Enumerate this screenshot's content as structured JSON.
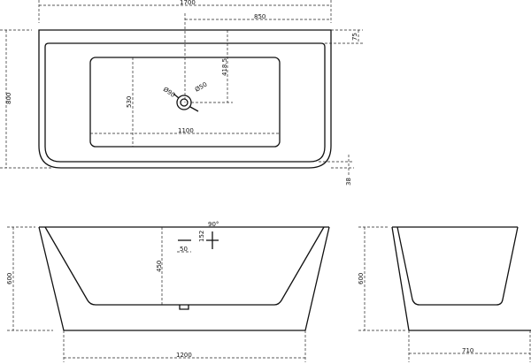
{
  "top_view": {
    "overall_length": "1700",
    "drain_offset_x": "850",
    "rim_width": "75",
    "overall_width": "800",
    "basin_width": "530",
    "drain_offset_y": "418.5",
    "overflow_dia": "Ø90",
    "drain_dia": "Ø50",
    "basin_length": "1100",
    "corner_offset": "38"
  },
  "front_view": {
    "height": "600",
    "inner_depth": "450",
    "base_length": "1200",
    "angle": "90°",
    "overflow_height": "152",
    "overflow_width": "50"
  },
  "side_view": {
    "height": "600",
    "base_width": "710"
  }
}
